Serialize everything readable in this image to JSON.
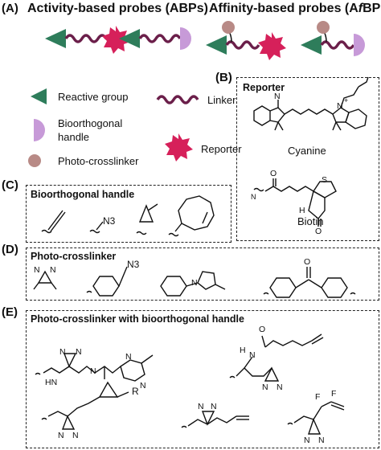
{
  "panel_a": {
    "letter": "(A)",
    "abp_title": "Activity-based probes (ABPs)",
    "afbp_title_pre": "Affinity-based probes (A",
    "afbp_title_italic": "f",
    "afbp_title_post": "BPs)"
  },
  "legend": {
    "reactive_group": "Reactive group",
    "linker": "Linker",
    "bioorthogonal_handle_line1": "Bioorthogonal",
    "bioorthogonal_handle_line2": "handle",
    "reporter": "Reporter",
    "photo_crosslinker": "Photo-crosslinker"
  },
  "panel_b": {
    "letter": "(B)",
    "title": "Reporter",
    "cyanine": "Cyanine",
    "biotin": "Biotin",
    "atoms": {
      "n": "N",
      "n_plus": "N",
      "plus": "+",
      "o": "O",
      "s": "S",
      "h": "H",
      "hn": "H",
      "nh": "N"
    }
  },
  "panel_c": {
    "letter": "(C)",
    "title": "Bioorthogonal handle",
    "azide": "N3"
  },
  "panel_d": {
    "letter": "(D)",
    "title": "Photo-crosslinker",
    "aryl_azide": "N3",
    "n": "N",
    "o": "O"
  },
  "panel_e": {
    "letter": "(E)",
    "title": "Photo-crosslinker with bioorthogonal handle",
    "hn": "HN",
    "h": "H",
    "n": "N",
    "r": "R",
    "f": "F",
    "o": "O"
  },
  "colors": {
    "reactive_group": "#2e7d5b",
    "linker": "#6b1f4a",
    "handle": "#c79ad8",
    "reporter": "#d6205a",
    "crosslinker": "#b88a86",
    "line": "#111111"
  }
}
